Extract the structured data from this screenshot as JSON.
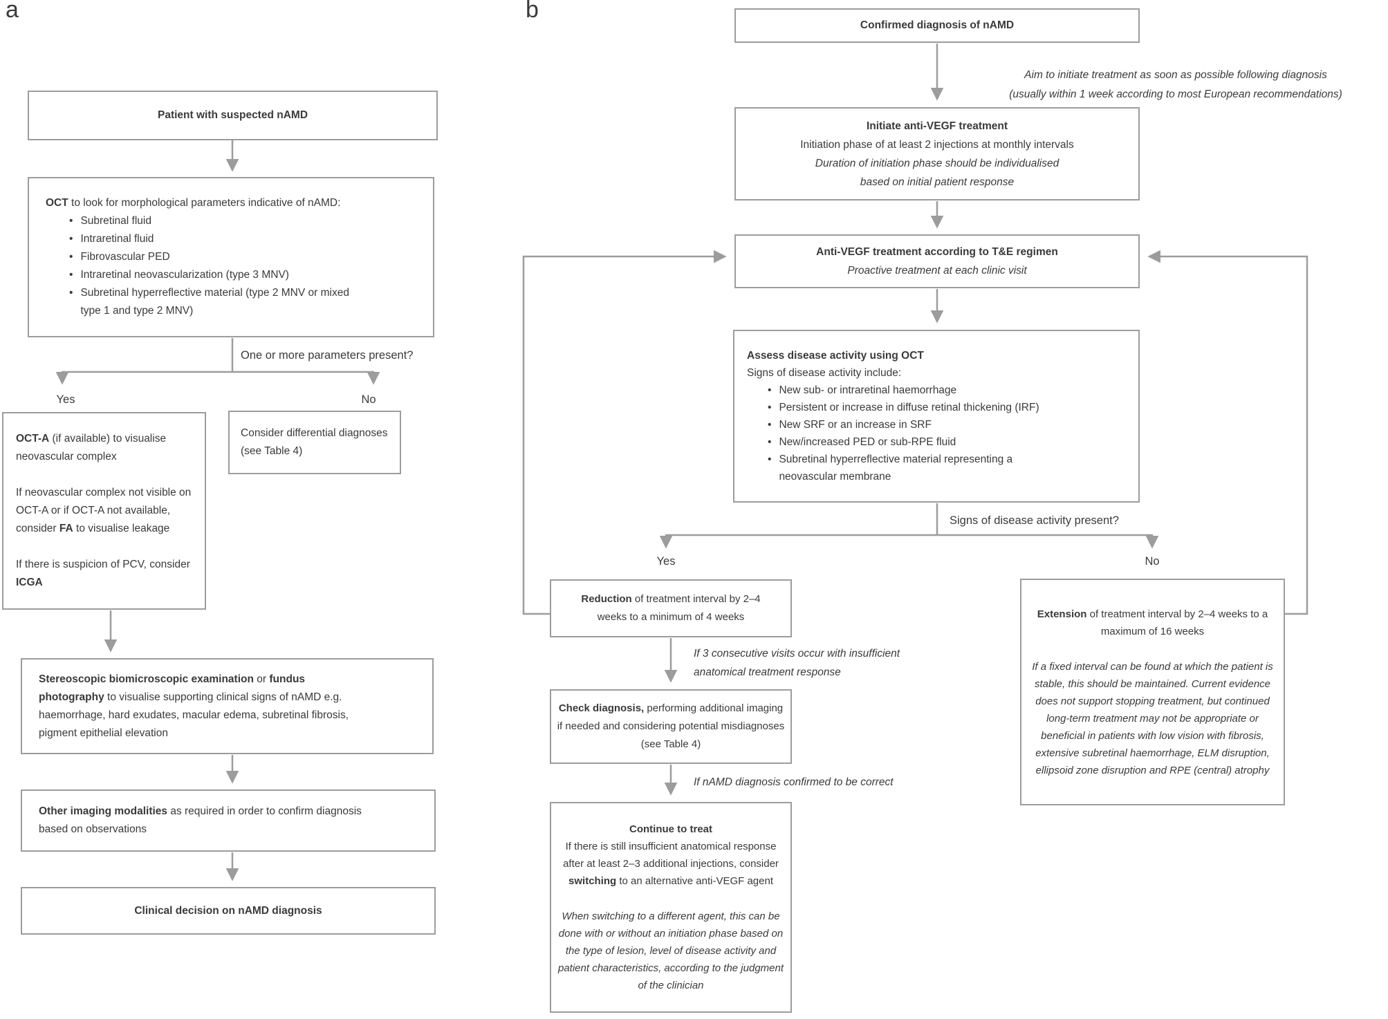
{
  "page": {
    "background": "#ffffff",
    "line_color": "#9c9c9c",
    "text_color": "#3a3a3a"
  },
  "panel_a": {
    "label": "a",
    "patient_box": {
      "paragraphs": [
        {
          "parts": [
            {
              "t": "Patient with suspected nAMD",
              "b": true
            }
          ]
        }
      ]
    },
    "oct_box": {
      "paragraphs": [
        {
          "parts": [
            {
              "t": "OCT",
              "b": true
            },
            {
              "t": " to look for morphological parameters indicative of nAMD:"
            }
          ]
        },
        {
          "bullet": true,
          "parts": [
            {
              "t": "Subretinal fluid"
            }
          ]
        },
        {
          "bullet": true,
          "parts": [
            {
              "t": "Intraretinal fluid"
            }
          ]
        },
        {
          "bullet": true,
          "parts": [
            {
              "t": "Fibrovascular PED"
            }
          ]
        },
        {
          "bullet": true,
          "parts": [
            {
              "t": "Intraretinal neovascularization (type 3 MNV)"
            }
          ]
        },
        {
          "bullet": true,
          "parts": [
            {
              "t": "Subretinal hyperreflective material (type 2 MNV or mixed type 1 and type 2 MNV)"
            }
          ]
        }
      ]
    },
    "question": "One or more parameters present?",
    "yes_label": "Yes",
    "no_label": "No",
    "octa_box": {
      "paragraphs": [
        {
          "parts": [
            {
              "t": "OCT-A",
              "b": true
            },
            {
              "t": " (if available) to visualise neovascular complex"
            }
          ]
        },
        {
          "gap": true,
          "parts": [
            {
              "t": "If neovascular complex not visible on OCT-A or if OCT-A not available, consider "
            },
            {
              "t": "FA",
              "b": true
            },
            {
              "t": " to visualise leakage"
            }
          ]
        },
        {
          "gap": true,
          "parts": [
            {
              "t": "If there is suspicion of PCV, consider "
            },
            {
              "t": "ICGA",
              "b": true
            }
          ]
        }
      ]
    },
    "differential_box": {
      "paragraphs": [
        {
          "parts": [
            {
              "t": "Consider differential diagnoses (see Table 4)"
            }
          ]
        }
      ]
    },
    "examination_box": {
      "paragraphs": [
        {
          "parts": [
            {
              "t": "Stereoscopic biomicroscopic examination",
              "b": true
            },
            {
              "t": " or "
            },
            {
              "t": "fundus photography",
              "b": true
            },
            {
              "t": " to visualise supporting clinical signs of nAMD e.g. haemorrhage, hard exudates, macular edema, subretinal fibrosis, pigment epithelial elevation"
            }
          ]
        }
      ]
    },
    "other_imaging_box": {
      "paragraphs": [
        {
          "parts": [
            {
              "t": "Other imaging modalities",
              "b": true
            },
            {
              "t": " as required in order to confirm diagnosis based on observations"
            }
          ]
        }
      ]
    },
    "decision_box": {
      "paragraphs": [
        {
          "parts": [
            {
              "t": "Clinical decision on nAMD diagnosis",
              "b": true
            }
          ]
        }
      ]
    }
  },
  "panel_b": {
    "label": "b",
    "confirmed_box": {
      "paragraphs": [
        {
          "parts": [
            {
              "t": "Confirmed diagnosis of nAMD",
              "b": true
            }
          ]
        }
      ]
    },
    "initiation_note_line1": "Aim to initiate treatment as soon as possible following diagnosis",
    "initiation_note_line2": "(usually within 1 week according to most European recommendations)",
    "initiate_box": {
      "paragraphs": [
        {
          "parts": [
            {
              "t": "Initiate anti-VEGF treatment",
              "b": true
            }
          ]
        },
        {
          "parts": [
            {
              "t": "Initiation phase of at least 2 injections at monthly intervals"
            }
          ]
        },
        {
          "parts": [
            {
              "t": "Duration of initiation phase should be individualised",
              "i": true
            }
          ]
        },
        {
          "parts": [
            {
              "t": "based on initial patient response",
              "i": true
            }
          ]
        }
      ]
    },
    "tae_box": {
      "paragraphs": [
        {
          "parts": [
            {
              "t": "Anti-VEGF treatment according to T&E regimen",
              "b": true
            }
          ]
        },
        {
          "parts": [
            {
              "t": "Proactive treatment at each clinic visit",
              "i": true
            }
          ]
        }
      ]
    },
    "assess_box": {
      "paragraphs": [
        {
          "parts": [
            {
              "t": "Assess disease activity using OCT",
              "b": true
            }
          ]
        },
        {
          "parts": [
            {
              "t": "Signs of disease activity include:"
            }
          ]
        },
        {
          "bullet": true,
          "parts": [
            {
              "t": "New sub- or intraretinal haemorrhage"
            }
          ]
        },
        {
          "bullet": true,
          "parts": [
            {
              "t": "Persistent or increase in diffuse retinal thickening (IRF)"
            }
          ]
        },
        {
          "bullet": true,
          "parts": [
            {
              "t": "New SRF or an increase in SRF"
            }
          ]
        },
        {
          "bullet": true,
          "parts": [
            {
              "t": "New/increased PED or sub-RPE fluid"
            }
          ]
        },
        {
          "bullet": true,
          "parts": [
            {
              "t": "Subretinal hyperreflective material representing a neovascular membrane"
            }
          ]
        }
      ]
    },
    "question": "Signs of disease activity present?",
    "yes_label": "Yes",
    "no_label": "No",
    "reduction_box": {
      "paragraphs": [
        {
          "parts": [
            {
              "t": "Reduction",
              "b": true
            },
            {
              "t": " of treatment interval by 2–4 weeks to a minimum of 4 weeks"
            }
          ]
        }
      ]
    },
    "consecutive_note": "If 3 consecutive visits occur with insufficient anatomical treatment response",
    "check_box": {
      "paragraphs": [
        {
          "parts": [
            {
              "t": "Check diagnosis,",
              "b": true
            },
            {
              "t": " performing additional imaging if needed and considering potential misdiagnoses (see Table 4)"
            }
          ]
        }
      ]
    },
    "confirmed_note": "If nAMD diagnosis confirmed to be correct",
    "continue_box": {
      "paragraphs": [
        {
          "parts": [
            {
              "t": "Continue to treat",
              "b": true
            }
          ]
        },
        {
          "parts": [
            {
              "t": "If there is still insufficient anatomical response after at least 2–3 additional injections, consider "
            },
            {
              "t": "switching",
              "b": true
            },
            {
              "t": " to an alternative anti-VEGF agent"
            }
          ]
        },
        {
          "gap": true,
          "parts": [
            {
              "t": "When switching to a different agent, this can be done with or without an initiation phase based on the type of lesion, level of disease activity and patient characteristics, according to the judgment of the clinician",
              "i": true
            }
          ]
        }
      ]
    },
    "extension_box": {
      "paragraphs": [
        {
          "parts": [
            {
              "t": "Extension",
              "b": true
            },
            {
              "t": " of treatment interval by 2–4 weeks to a maximum of 16 weeks"
            }
          ]
        },
        {
          "gap": true,
          "parts": [
            {
              "t": "If a fixed interval can be found at which the patient is stable, this should be maintained. Current evidence does not support stopping treatment, but continued long-term treatment may not be appropriate or beneficial in patients with low vision with fibrosis, extensive subretinal haemorrhage, ELM disruption, ellipsoid zone disruption and RPE (central) atrophy",
              "i": true
            }
          ]
        }
      ]
    }
  }
}
